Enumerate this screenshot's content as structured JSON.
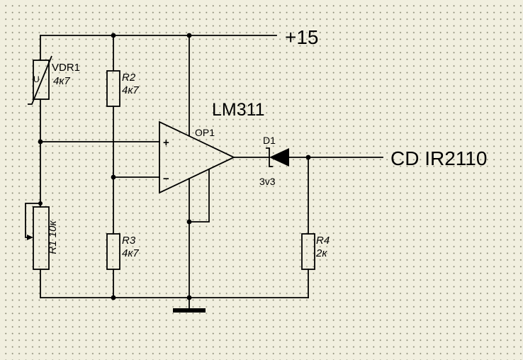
{
  "canvas": {
    "background_color": "#f1efdf",
    "grid_dot_color": "#8b8b76",
    "wire_color": "#000000"
  },
  "labels": {
    "power_rail": "+15",
    "output_net": "CD IR2110",
    "opamp_part": "LM311",
    "opamp_ref": "OP1",
    "noninverting_input": "+",
    "inverting_input": "−"
  },
  "components": {
    "vdr1": {
      "ref": "VDR1",
      "value": "4к7",
      "symbol_letter": "U"
    },
    "r1": {
      "label": "R1 10к"
    },
    "r2": {
      "ref": "R2",
      "value": "4к7"
    },
    "r3": {
      "ref": "R3",
      "value": "4к7"
    },
    "r4": {
      "ref": "R4",
      "value": "2к"
    },
    "d1": {
      "ref": "D1",
      "value": "3v3"
    }
  }
}
